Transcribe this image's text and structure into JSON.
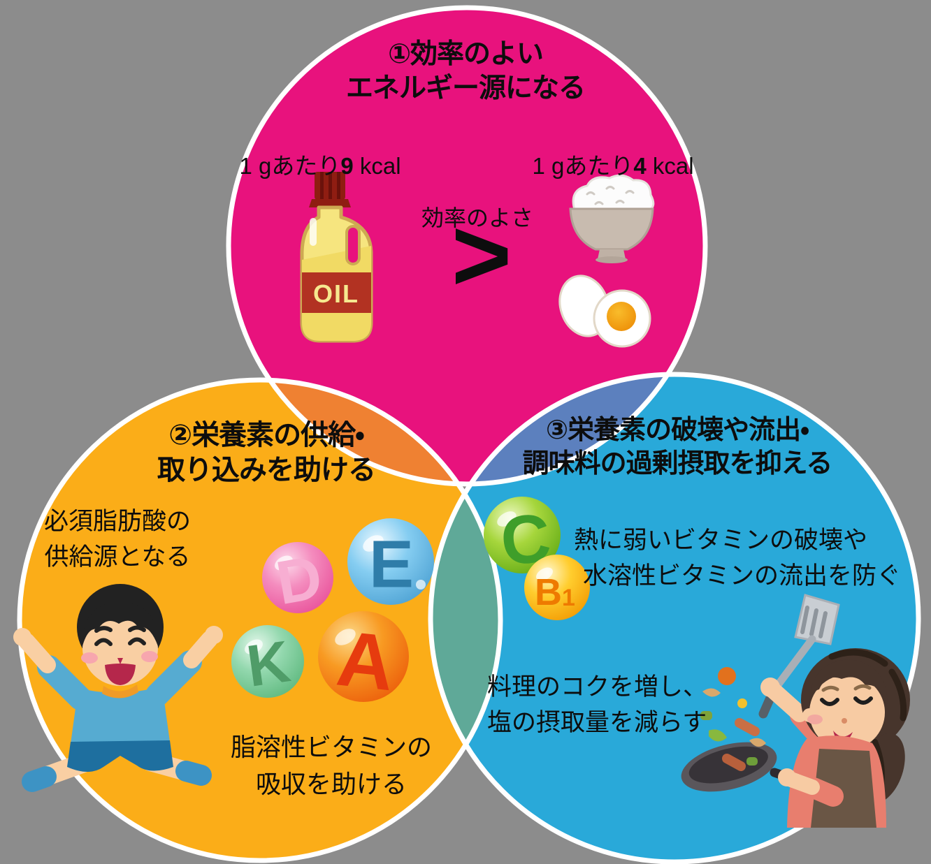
{
  "page": {
    "background_color": "#8C8C8C"
  },
  "venn": {
    "circle1_color": "#E8127D",
    "circle2_color": "#FBAD18",
    "circle3_color": "#29A9D9",
    "overlap_12_color": "#EF8132",
    "overlap_13_color": "#5C80BE",
    "overlap_23_color": "#5FA998",
    "border_color": "#FFFFFF"
  },
  "energy": {
    "title_line1": "①効率のよい",
    "title_line2": "エネルギー源になる",
    "oil_kcal_prefix": "1 gあたり",
    "oil_kcal_value": "9",
    "oil_kcal_unit": " kcal",
    "food_kcal_prefix": "1 gあたり",
    "food_kcal_value": "4",
    "food_kcal_unit": " kcal",
    "comparison_label": "効率のよさ",
    "comparison_symbol": ">",
    "oil_bottle_label": "OIL"
  },
  "supply": {
    "title_line1": "②栄養素の供給・",
    "title_line2": "取り込みを助ける",
    "fatty_acid_line1": "必須脂肪酸の",
    "fatty_acid_line2": "供給源となる",
    "absorption_line1": "脂溶性ビタミンの",
    "absorption_line2": "吸収を助ける"
  },
  "protect": {
    "title_line1": "③栄養素の破壊や流出・",
    "title_line2": "調味料の過剰摂取を抑える",
    "heat_line1": "熱に弱いビタミンの破壊や",
    "heat_line2": "水溶性ビタミンの流出を防ぐ",
    "salt_line1": "料理のコクを増し、",
    "salt_line2": "塩の摂取量を減らす"
  },
  "vitamins": {
    "d": {
      "letter": "D",
      "ball_color": "#F06CA8",
      "letter_color": "#F7AED2"
    },
    "e": {
      "letter": "E",
      "ball_color": "#6FC2EC",
      "letter_color": "#2F7DA9"
    },
    "k": {
      "letter": "K",
      "ball_color": "#84D2A4",
      "letter_color": "#4F9C68"
    },
    "a": {
      "letter": "A",
      "ball_color": "#F8991E",
      "letter_color": "#E63B0E"
    },
    "c": {
      "letter": "C",
      "ball_color": "#8CC720",
      "letter_color": "#3F9E2A"
    },
    "b1": {
      "letter": "B",
      "sub": "1",
      "ball_color": "#FFC41C",
      "letter_color": "#EE7A00"
    }
  }
}
